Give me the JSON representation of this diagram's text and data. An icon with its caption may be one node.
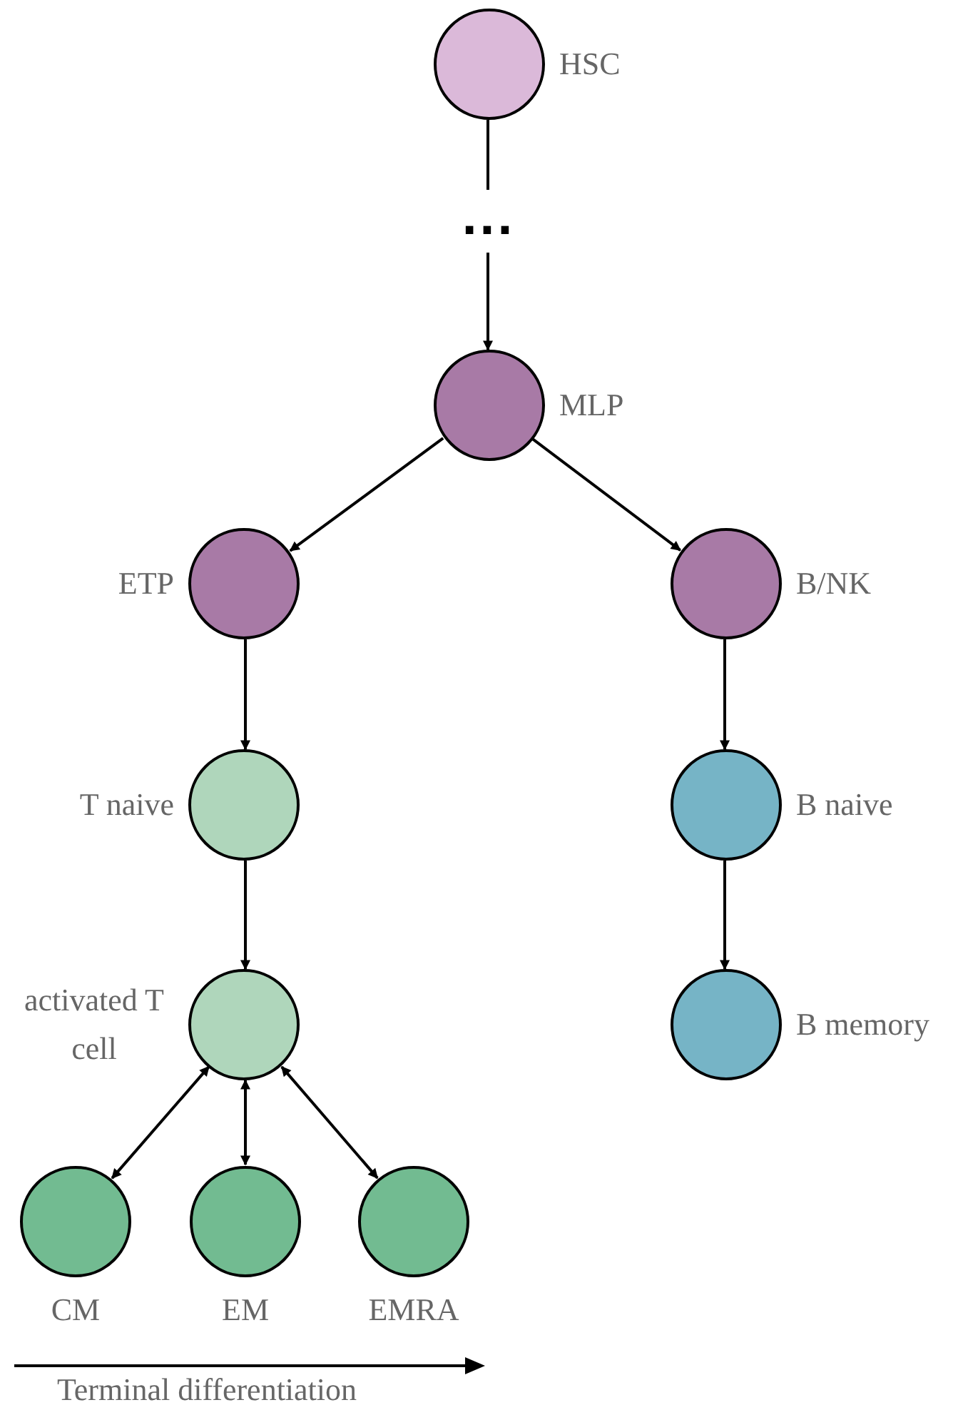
{
  "diagram": {
    "nodes": [
      {
        "text": [
          "HSC"
        ]
      },
      {
        "text": [
          "..."
        ]
      },
      {
        "text": [
          "MLP"
        ]
      },
      {
        "text": [
          "ETP"
        ]
      },
      {
        "text": [
          "B/NK"
        ]
      },
      {
        "text": [
          "T naive"
        ]
      },
      {
        "text": [
          "B naive"
        ]
      },
      {
        "text": [
          "activated T cell"
        ]
      },
      {
        "text": [
          "B memory"
        ]
      },
      {
        "text": [
          "CM"
        ]
      },
      {
        "text": [
          "EM"
        ]
      },
      {
        "text": [
          "EMRA"
        ]
      }
    ],
    "edges": [
      {
        "from": 0,
        "to": 1,
        "arrow": "none"
      },
      {
        "from": 1,
        "to": 2,
        "arrow": "to"
      },
      {
        "from": 2,
        "to": 3,
        "arrow": "to"
      },
      {
        "from": 2,
        "to": 4,
        "arrow": "to"
      },
      {
        "from": 3,
        "to": 5,
        "arrow": "to"
      },
      {
        "from": 4,
        "to": 6,
        "arrow": "to"
      },
      {
        "from": 5,
        "to": 7,
        "arrow": "to"
      },
      {
        "from": 6,
        "to": 8,
        "arrow": "to"
      },
      {
        "from": 7,
        "to": 9,
        "arrow": "both"
      },
      {
        "from": 7,
        "to": 10,
        "arrow": "both"
      },
      {
        "from": 7,
        "to": 11,
        "arrow": "both"
      }
    ],
    "labels": [
      "Terminal differentiation"
    ]
  }
}
